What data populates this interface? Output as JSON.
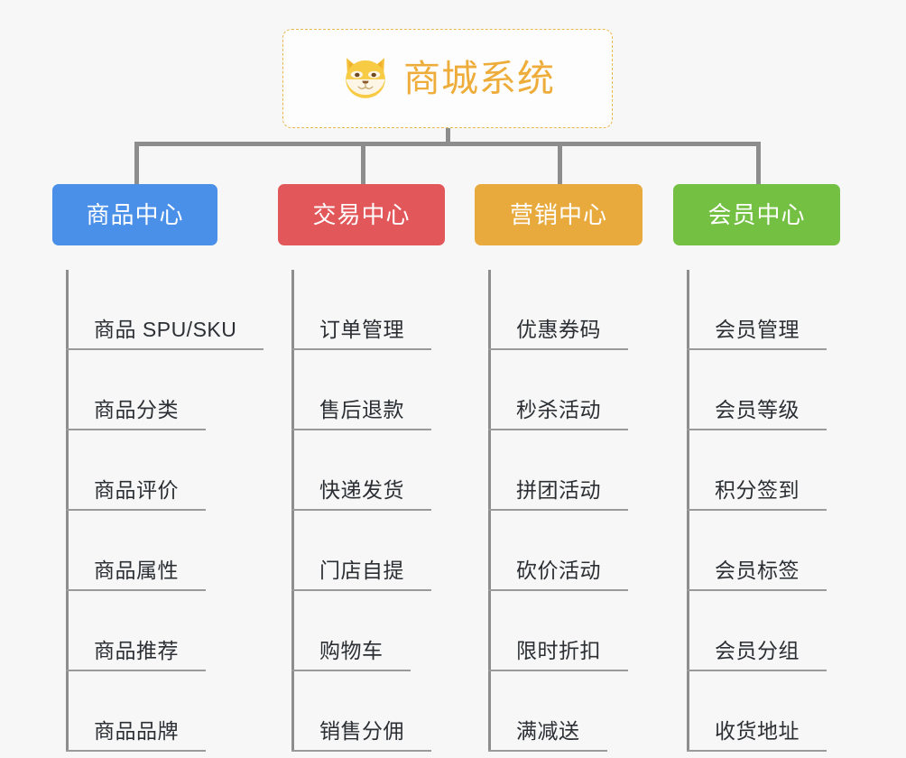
{
  "root": {
    "title": "商城系统",
    "icon": "shiba-dog-icon",
    "border_color": "#e8b84b",
    "text_color": "#eead3a",
    "background": "#fdfdfd"
  },
  "canvas": {
    "background": "#f7f7f7",
    "connector_color": "#8d8d8d"
  },
  "columns": [
    {
      "label": "商品中心",
      "color": "#4a90e8",
      "items": [
        "商品 SPU/SKU",
        "商品分类",
        "商品评价",
        "商品属性",
        "商品推荐",
        "商品品牌"
      ]
    },
    {
      "label": "交易中心",
      "color": "#e2585a",
      "items": [
        "订单管理",
        "售后退款",
        "快递发货",
        "门店自提",
        "购物车",
        "销售分佣"
      ]
    },
    {
      "label": "营销中心",
      "color": "#e8aa3c",
      "items": [
        "优惠券码",
        "秒杀活动",
        "拼团活动",
        "砍价活动",
        "限时折扣",
        "满减送"
      ]
    },
    {
      "label": "会员中心",
      "color": "#73c043",
      "items": [
        "会员管理",
        "会员等级",
        "积分签到",
        "会员标签",
        "会员分组",
        "收货地址"
      ]
    }
  ]
}
